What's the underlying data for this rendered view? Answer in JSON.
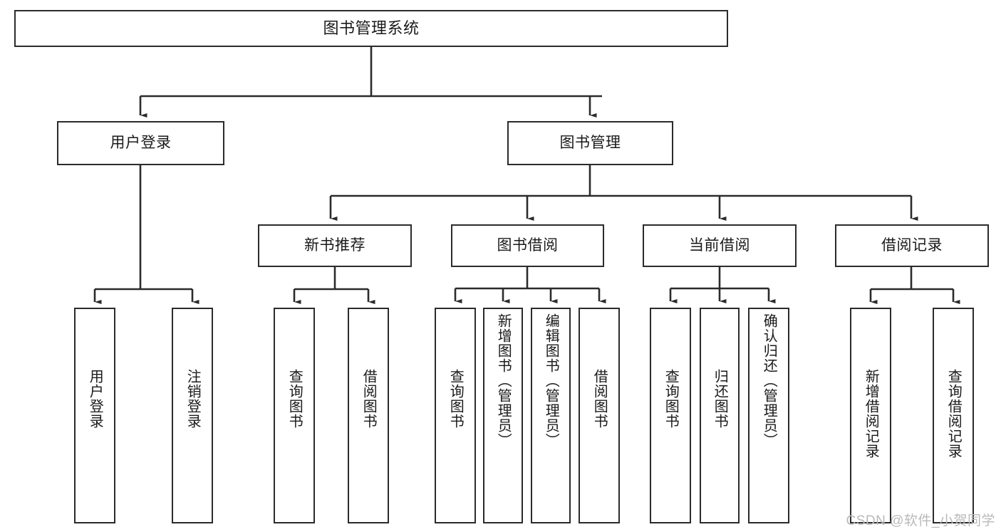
{
  "diagram": {
    "title": "图书管理系统",
    "type": "hierarchy-tree",
    "colors": {
      "border": "#2b2b2b",
      "background": "#ffffff",
      "text": "#1a1a1a",
      "watermark": "#b9b9b9"
    },
    "levels": {
      "root": {
        "label": "图书管理系统"
      },
      "level2": [
        {
          "label": "用户登录"
        },
        {
          "label": "图书管理"
        }
      ],
      "level3": [
        {
          "label": "新书推荐"
        },
        {
          "label": "图书借阅"
        },
        {
          "label": "当前借阅"
        },
        {
          "label": "借阅记录"
        }
      ],
      "level4": {
        "user_login": [
          {
            "label": "用户登录"
          },
          {
            "label": "注销登录"
          }
        ],
        "new_book_recommend": [
          {
            "label": "查询图书"
          },
          {
            "label": "借阅图书"
          }
        ],
        "book_borrow": [
          {
            "label": "查询图书"
          },
          {
            "label": "新增图书（管理员）"
          },
          {
            "label": "编辑图书（管理员）"
          },
          {
            "label": "借阅图书"
          }
        ],
        "current_borrow": [
          {
            "label": "查询图书"
          },
          {
            "label": "归还图书"
          },
          {
            "label": "确认归还（管理员）"
          }
        ],
        "borrow_record": [
          {
            "label": "新增借阅记录"
          },
          {
            "label": "查询借阅记录"
          }
        ]
      }
    },
    "watermark": "CSDN @软件_小贺同学"
  }
}
